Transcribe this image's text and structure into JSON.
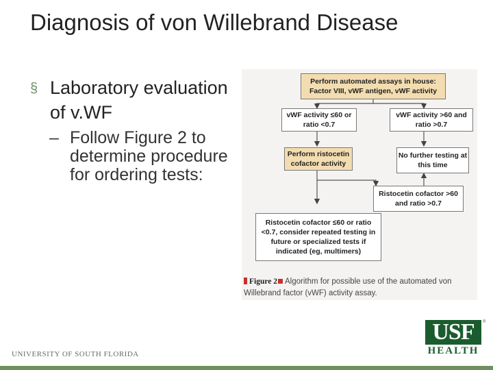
{
  "slide": {
    "title": "Diagnosis of von Willebrand Disease",
    "bullet1": "Laboratory evaluation of v.WF",
    "bullet1_marker": "§",
    "bullet2_marker": "–",
    "bullet2": "Follow Figure 2 to determine procedure for ordering tests:"
  },
  "figure": {
    "box_top": "Perform automated assays in house: Factor VIII, vWF antigen, vWF activity",
    "box_left": "vWF activity ≤60 or ratio <0.7",
    "box_right": "vWF activity >60 and ratio >0.7",
    "box_ristocetin": "Perform ristocetin cofactor activity",
    "box_no_further": "No further testing at this time",
    "box_ristocetin_high": "Ristocetin cofactor >60 and ratio >0.7",
    "box_ristocetin_low": "Ristocetin cofactor ≤60 or ratio <0.7, consider repeated testing in future or specialized tests if indicated (eg, multimers)",
    "caption_label": "Figure 2",
    "caption_text": "Algorithm for possible use of the automated von Willebrand factor (vWF) activity assay."
  },
  "footer": {
    "university": "UNIVERSITY OF SOUTH FLORIDA",
    "logo_top": "USF",
    "logo_bottom": "HEALTH",
    "logo_tm": "®"
  },
  "colors": {
    "accent_green": "#6f8f5e",
    "logo_green": "#1b5c2e",
    "box_yellow": "#f3ddb0"
  }
}
